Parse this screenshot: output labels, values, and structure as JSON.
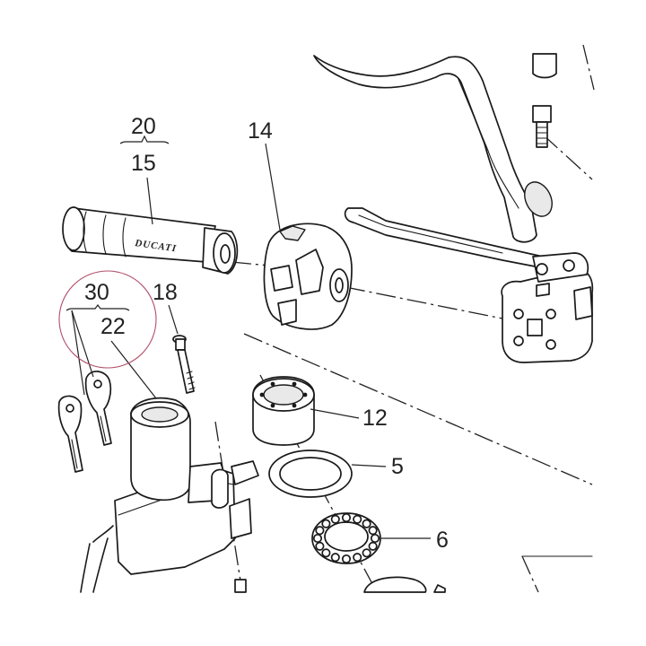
{
  "diagram": {
    "callouts": {
      "grip_top": "20",
      "grip_bottom": "15",
      "switch": "14",
      "key_top": "30",
      "key_bottom": "22",
      "bolt": "18",
      "bearing_housing": "12",
      "seal": "5",
      "bearing": "6"
    },
    "brand_mark": "DUCATI",
    "colors": {
      "line": "#1a1a1a",
      "background": "#ffffff",
      "annotation_circle": "#b0506a"
    }
  }
}
